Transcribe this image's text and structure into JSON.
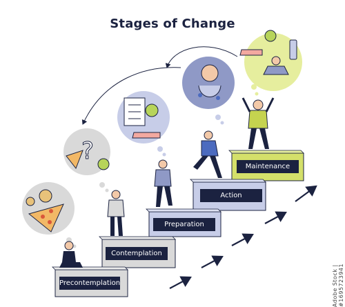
{
  "title": "Stages of Change",
  "stages": [
    {
      "name": "Precontemplation"
    },
    {
      "name": "Contemplation"
    },
    {
      "name": "Preparation"
    },
    {
      "name": "Action"
    },
    {
      "name": "Maintenance"
    }
  ],
  "watermark": "Adobe Stock | #1695723941",
  "colors": {
    "navy": "#1b2240",
    "lavender": "#c7cde8",
    "lavender_dark": "#8f99c6",
    "lime": "#d4e06a",
    "gray": "#d9d9d9",
    "blue": "#4c6bbf",
    "skin": "#f3c9a8",
    "green_shirt": "#c5d34f"
  }
}
